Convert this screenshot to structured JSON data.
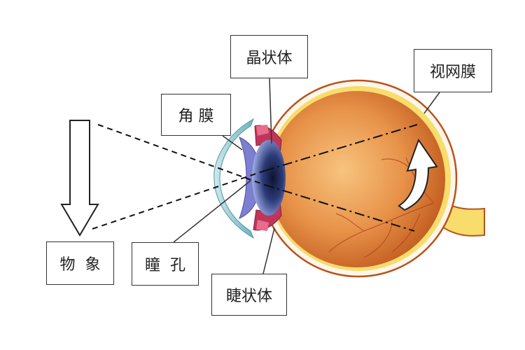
{
  "labels": {
    "lens": "晶状体",
    "retina": "视网膜",
    "cornea": "角 膜",
    "object": "物  象",
    "pupil": "瞳  孔",
    "ciliary_body": "睫状体"
  },
  "colors": {
    "sclera_edge": "#b8531c",
    "eyeball_light": "#f4b46c",
    "eyeball_dark": "#c05a1e",
    "retina_layer": "#f8dc6c",
    "cornea": "#8fc8cf",
    "iris": "#7d7fd0",
    "lens_dark": "#1a2248",
    "ciliary": "#c0355a",
    "line": "#111111"
  }
}
